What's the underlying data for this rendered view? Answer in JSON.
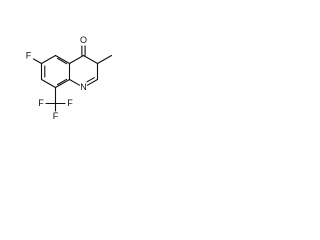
{
  "molecule": {
    "atoms": {
      "O": "O",
      "N": "N",
      "F_ring": "F",
      "F_cf3_left": "F",
      "F_cf3_mid": "F",
      "F_cf3_right": "F"
    }
  }
}
